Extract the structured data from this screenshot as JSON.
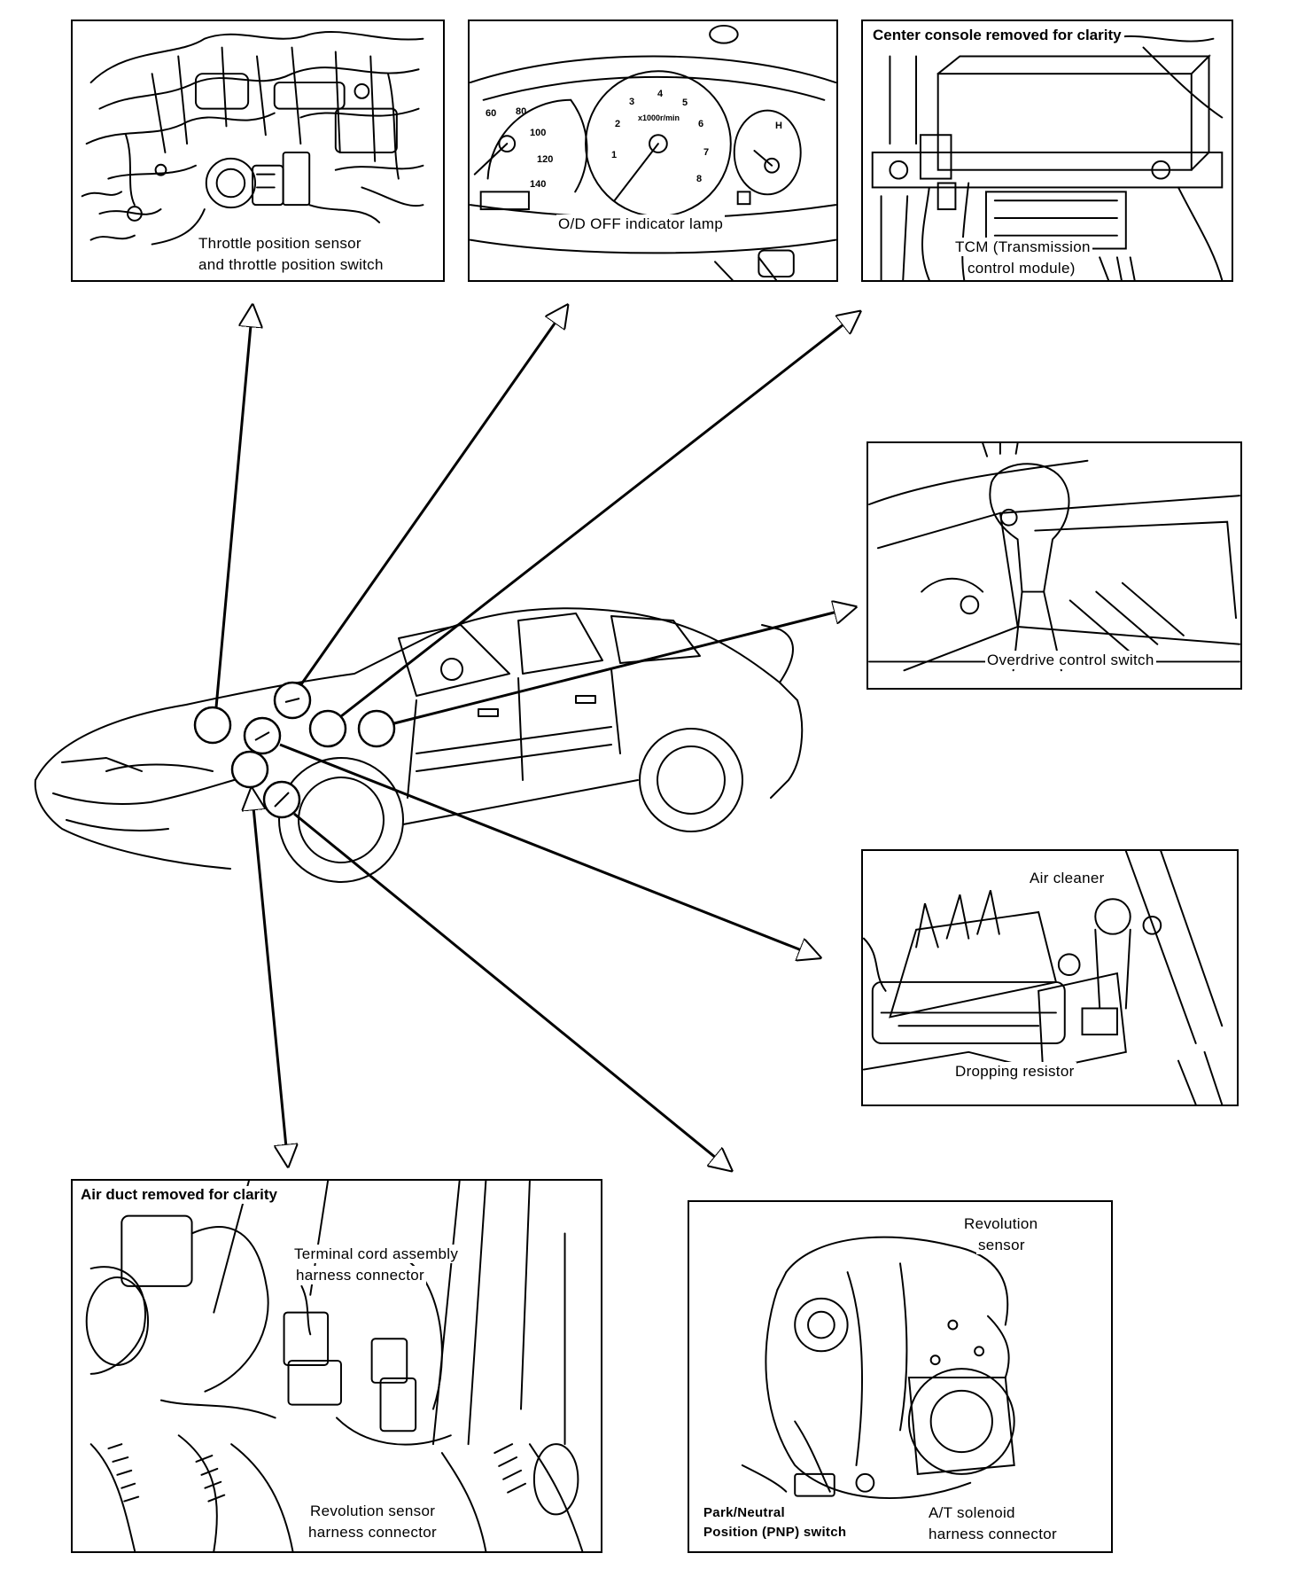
{
  "panels": {
    "throttle": {
      "label_line1": "Throttle position sensor",
      "label_line2": "and throttle position switch"
    },
    "cluster": {
      "label": "O/D OFF indicator lamp",
      "speedo_ticks": [
        "60",
        "80",
        "100",
        "120",
        "140"
      ],
      "tacho_ticks": [
        "1",
        "2",
        "3",
        "4",
        "5",
        "6",
        "7",
        "8"
      ],
      "tacho_unit": "x1000r/min",
      "temp_mark": "H"
    },
    "tcm": {
      "header": "Center console removed for clarity",
      "label_line1": "TCM (Transmission",
      "label_line2": "control module)"
    },
    "od_switch": {
      "label": "Overdrive control switch"
    },
    "dropping": {
      "label_top": "Air cleaner",
      "label_bottom": "Dropping resistor"
    },
    "terminal": {
      "header": "Air duct removed for clarity",
      "label1_line1": "Terminal cord assembly",
      "label1_line2": "harness connector",
      "label2_line1": "Revolution sensor",
      "label2_line2": "harness connector"
    },
    "transaxle": {
      "label_rev_line1": "Revolution",
      "label_rev_line2": "sensor",
      "label_pnp_line1": "Park/Neutral",
      "label_pnp_line2": "Position (PNP) switch",
      "label_sol_line1": "A/T solenoid",
      "label_sol_line2": "harness connector"
    }
  }
}
